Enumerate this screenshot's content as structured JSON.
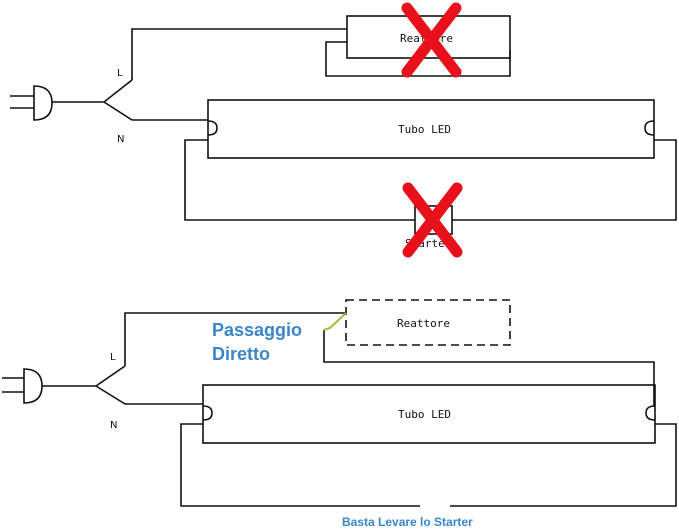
{
  "top_diagram": {
    "live_label": "L",
    "neutral_label": "N",
    "ballast_label": "Reattore",
    "tube_label": "Tubo LED",
    "starter_label": "Starter"
  },
  "bottom_diagram": {
    "live_label": "L",
    "neutral_label": "N",
    "ballast_label": "Reattore",
    "tube_label": "Tubo LED",
    "bypass_note_line1": "Passaggio",
    "bypass_note_line2": "Diretto",
    "footer_note": "Basta Levare lo Starter"
  },
  "colors": {
    "wire": "#111111",
    "cross": "#e8101a",
    "note_blue": "#3a86c8",
    "bypass_wire": "#9bbf3a"
  }
}
